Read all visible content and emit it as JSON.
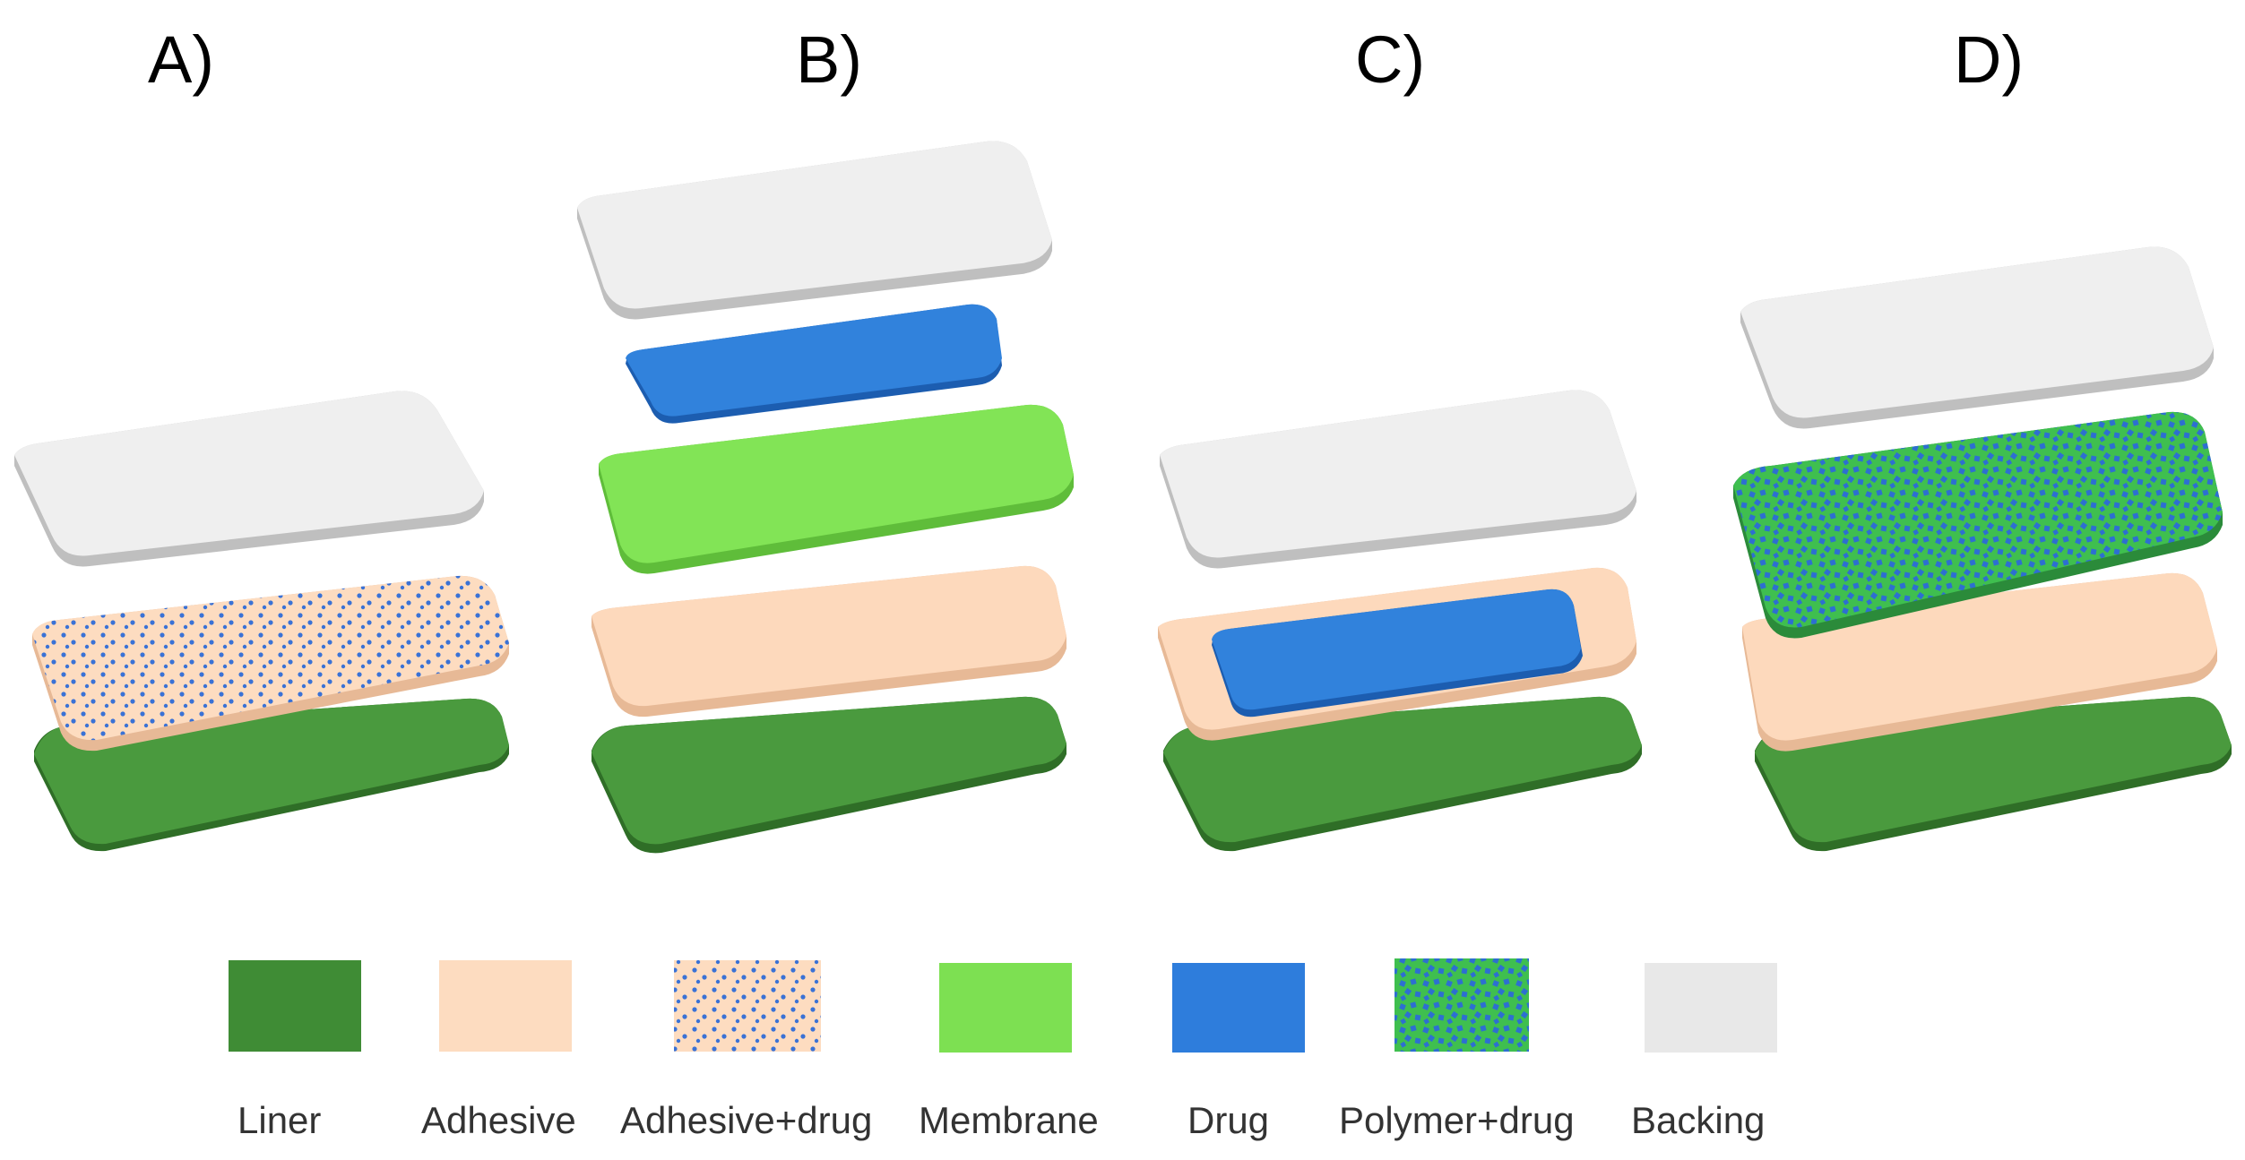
{
  "panels": [
    {
      "label": "A)",
      "layers": [
        "liner",
        "adhesive_drug",
        "backing"
      ]
    },
    {
      "label": "B)",
      "layers": [
        "liner",
        "adhesive",
        "membrane",
        "drug",
        "backing"
      ]
    },
    {
      "label": "C)",
      "layers": [
        "liner",
        "adhesive_with_drug_reservoir",
        "backing"
      ]
    },
    {
      "label": "D)",
      "layers": [
        "liner",
        "adhesive",
        "polymer_drug",
        "backing"
      ]
    }
  ],
  "legend": [
    {
      "label": "Liner",
      "color": "#3f8c35",
      "pattern": "solid"
    },
    {
      "label": "Adhesive",
      "color": "#fddcc0",
      "pattern": "solid"
    },
    {
      "label": "Adhesive+drug",
      "color": "#fddcc0",
      "dot_color": "#3a72d6",
      "pattern": "dots"
    },
    {
      "label": "Membrane",
      "color": "#7de052",
      "pattern": "solid"
    },
    {
      "label": "Drug",
      "color": "#2e7ddc",
      "pattern": "solid"
    },
    {
      "label": "Polymer+drug",
      "color": "#3fbf4f",
      "dot_color": "#2d6fd1",
      "pattern": "speckle"
    },
    {
      "label": "Backing",
      "color": "#e8e8e8",
      "pattern": "solid"
    }
  ],
  "colors": {
    "liner_top": "#4a9a3e",
    "liner_side": "#2f6e27",
    "adhesive_top": "#fdd9bc",
    "adhesive_side": "#e7b996",
    "membrane_top": "#82e456",
    "membrane_side": "#5fbd3a",
    "drug_top": "#3182dc",
    "drug_side": "#1c5db0",
    "polymer_top": "#3fbf4f",
    "polymer_side": "#2b8b3a",
    "backing_top": "#efefef",
    "backing_side": "#bfbfbf"
  }
}
